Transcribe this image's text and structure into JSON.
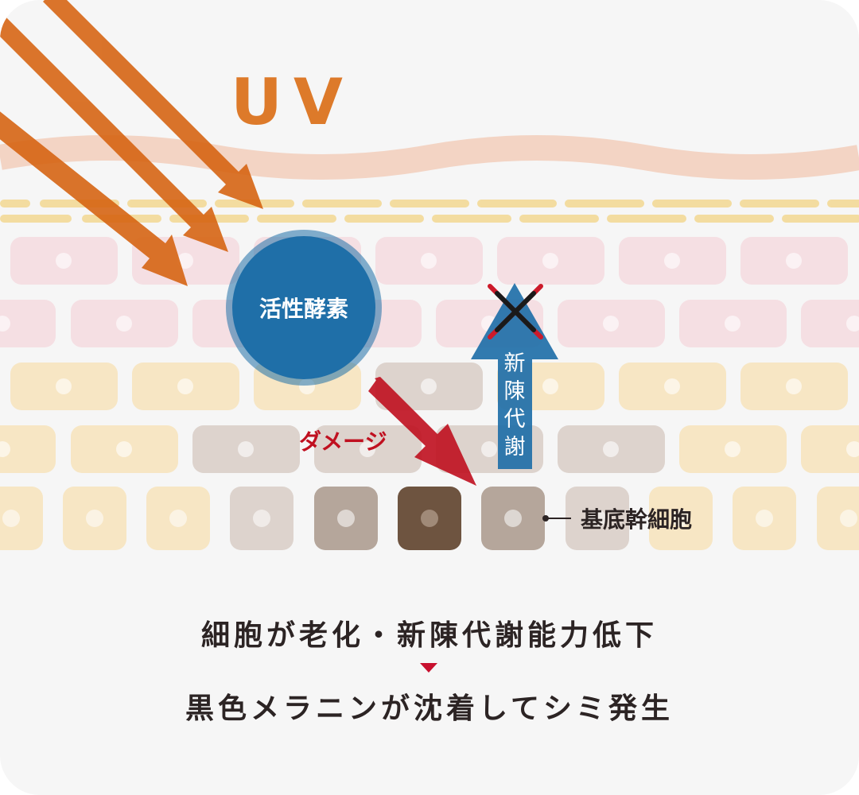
{
  "uv_label": "UV",
  "enzyme_label": "活性酵素",
  "turnover_label": [
    "新",
    "陳",
    "代",
    "謝"
  ],
  "damage_label": "ダメージ",
  "stem_cell_label": "基底幹細胞",
  "caption": {
    "line1": "細胞が老化・新陳代謝能力低下",
    "line2": "黒色メラニンが沈着してシミ発生"
  },
  "colors": {
    "uv_arrow": "#d6620f",
    "uv_text": "#dd7a2a",
    "enzyme": "#1f6fa8",
    "turnover_arrow": "#1f6fa8",
    "damage": "#c01020",
    "cross": "#cc1a2a",
    "pink_cell": "#f5dfe3",
    "yellow_cell": "#f7e6c4",
    "grey_cell": "#ddd3cd",
    "mid_cell": "#b5a69b",
    "dark_cell": "#6e5440",
    "caption_text": "#2c2424",
    "triangle": "#c8102e"
  },
  "icons": {
    "cross": "x-mark-icon",
    "triangle": "triangle-down-icon"
  }
}
